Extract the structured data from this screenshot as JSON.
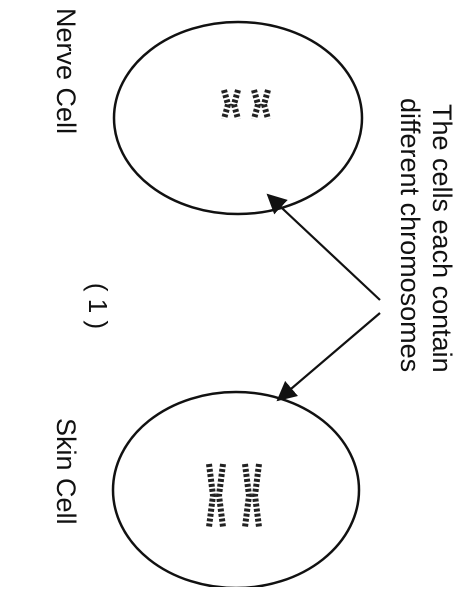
{
  "cells": [
    {
      "label": "Nerve Cell",
      "chromosome_type": "short-paired"
    },
    {
      "label": "Skin Cell",
      "chromosome_type": "long-paired"
    }
  ],
  "annotation": {
    "line1": "The cells each contain",
    "line2": "different chromosomes"
  },
  "figure_number": "( 1 )"
}
